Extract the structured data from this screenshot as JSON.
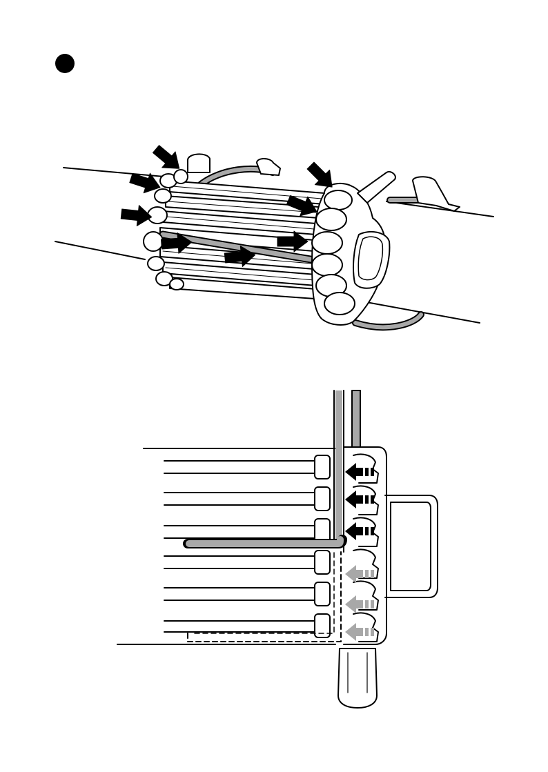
{
  "page": {
    "step_marker": "filled-circle"
  },
  "illustrations": [
    {
      "id": "perspective-view",
      "subject": "filter-cartridge-on-pipe"
    },
    {
      "id": "section-view",
      "subject": "filter-cartridge-cross-section"
    }
  ],
  "colors": {
    "outline": "#000000",
    "fill": "#ffffff",
    "tube": "#a8a8a8",
    "arrow": "#000000",
    "arrow_faded": "#a8a8a8"
  },
  "icons": {
    "flow_arrow": "right-arrow-icon",
    "flow_arrow_reverse": "left-arrow-icon"
  }
}
